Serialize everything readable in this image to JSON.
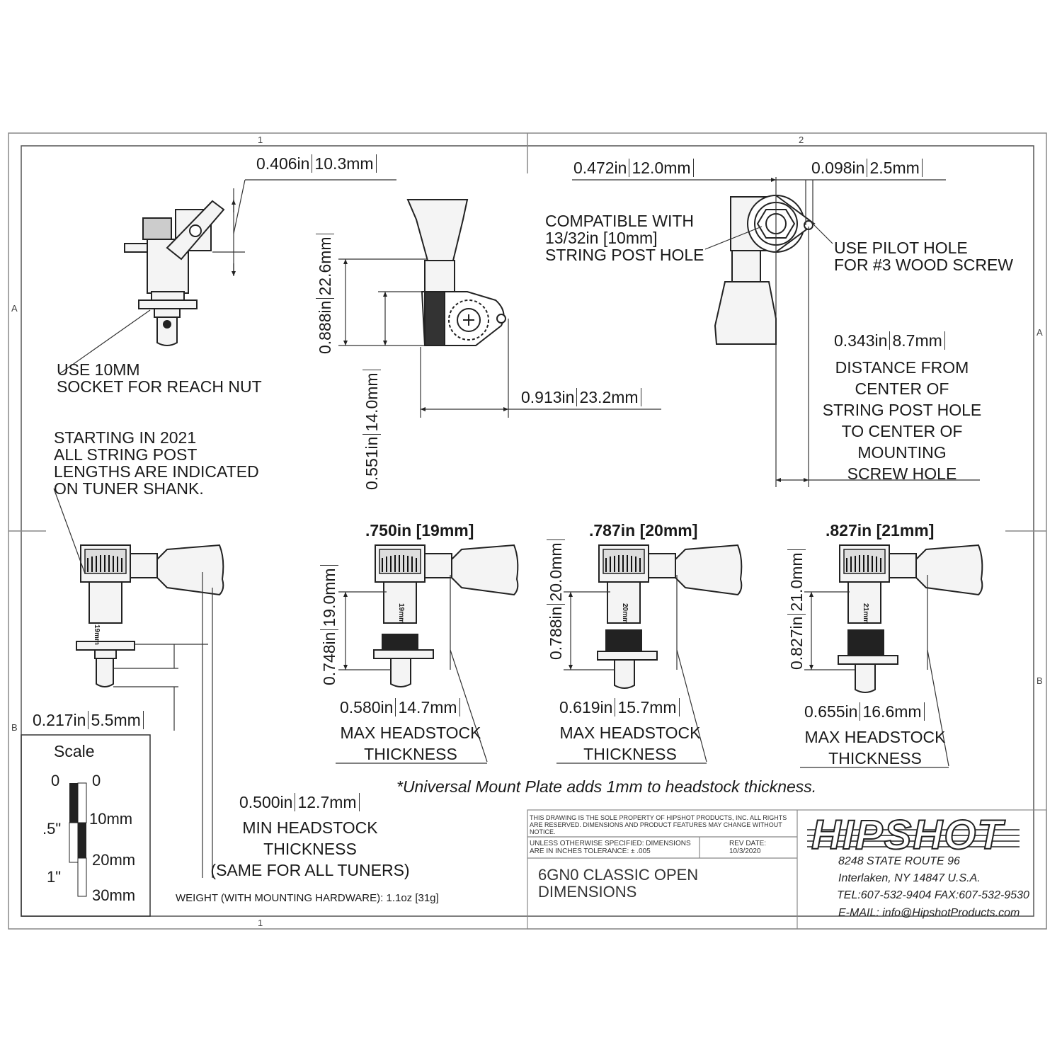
{
  "zones": {
    "col1": "1",
    "col2": "2",
    "rowA_left": "A",
    "rowA_right": "A",
    "rowB_left": "B",
    "rowB_right": "B",
    "col1_bottom": "1"
  },
  "top_left": {
    "dim_nut": "0.406in",
    "dim_nut_mm": "10.3mm",
    "note_line1": "USE 10MM",
    "note_line2": "SOCKET FOR REACH NUT"
  },
  "top_middle": {
    "dim_height_upper": "0.888in",
    "dim_height_upper_mm": "22.6mm",
    "dim_height_lower": "0.551in",
    "dim_height_lower_mm": "14.0mm",
    "dim_width": "0.913in",
    "dim_width_mm": "23.2mm"
  },
  "top_right": {
    "dim_top": "0.472in",
    "dim_top_mm": "12.0mm",
    "dim_pilot": "0.098in",
    "dim_pilot_mm": "2.5mm",
    "compat_line1": "COMPATIBLE WITH",
    "compat_line2": "13/32in [10mm]",
    "compat_line3": "STRING POST HOLE",
    "pilot_line1": "USE PILOT HOLE",
    "pilot_line2": "FOR #3 WOOD SCREW",
    "dist_dim": "0.343in",
    "dist_dim_mm": "8.7mm",
    "dist_line1": "DISTANCE FROM",
    "dist_line2": "CENTER OF",
    "dist_line3": "STRING POST HOLE",
    "dist_line4": "TO CENTER OF",
    "dist_line5": "MOUNTING",
    "dist_line6": "SCREW HOLE"
  },
  "shank_note": {
    "line1": "STARTING IN 2021",
    "line2": "ALL STRING POST",
    "line3": "LENGTHS ARE INDICATED",
    "line4": "ON TUNER SHANK."
  },
  "bottom_left": {
    "shank_mark": "19mm",
    "dim_reach": "0.217in",
    "dim_reach_mm": "5.5mm"
  },
  "tuner_19": {
    "title": ".750in [19mm]",
    "dim_post": "0.748in",
    "dim_post_mm": "19.0mm",
    "shank_mark": "19mm",
    "max_dim": "0.580in",
    "max_dim_mm": "14.7mm",
    "max_line1": "MAX HEADSTOCK",
    "max_line2": "THICKNESS"
  },
  "tuner_20": {
    "title": ".787in [20mm]",
    "dim_post": "0.788in",
    "dim_post_mm": "20.0mm",
    "shank_mark": "20mm",
    "max_dim": "0.619in",
    "max_dim_mm": "15.7mm",
    "max_line1": "MAX HEADSTOCK",
    "max_line2": "THICKNESS"
  },
  "tuner_21": {
    "title": ".827in [21mm]",
    "dim_post": "0.827in",
    "dim_post_mm": "21.0mm",
    "shank_mark": "21mm",
    "max_dim": "0.655in",
    "max_dim_mm": "16.6mm",
    "max_line1": "MAX HEADSTOCK",
    "max_line2": "THICKNESS"
  },
  "footnote": "*Universal Mount Plate adds 1mm to headstock thickness.",
  "min_headstock": {
    "dim": "0.500in",
    "dim_mm": "12.7mm",
    "line1": "MIN HEADSTOCK",
    "line2": "THICKNESS",
    "line3": "(SAME FOR ALL TUNERS)"
  },
  "weight": "WEIGHT (WITH MOUNTING HARDWARE): 1.1oz [31g]",
  "scale": {
    "title": "Scale",
    "in_0": "0",
    "in_half": ".5\"",
    "in_1": "1\"",
    "mm_0": "0",
    "mm_10": "10mm",
    "mm_20": "20mm",
    "mm_30": "30mm"
  },
  "title_block": {
    "property_line1": "THIS DRAWING IS THE SOLE PROPERTY OF HIPSHOT PRODUCTS, INC. ALL RIGHTS",
    "property_line2": "ARE RESERVED. DIMENSIONS AND PRODUCT FEATURES MAY CHANGE WITHOUT",
    "property_line3": "NOTICE.",
    "unless_line1": "UNLESS OTHERWISE SPECIFIED: DIMENSIONS",
    "unless_line2": "ARE IN INCHES TOLERANCE:  ± .005",
    "rev_label": "REV DATE:",
    "rev_date": "10/3/2020",
    "title_line1": "6GN0 CLASSIC OPEN",
    "title_line2": "DIMENSIONS",
    "logo": "HIPSHOT",
    "address1": "8248 STATE ROUTE 96",
    "address2": "Interlaken, NY 14847 U.S.A.",
    "phone": "TEL:607-532-9404 FAX:607-532-9530",
    "email": "E-MAIL: info@HipshotProducts.com"
  },
  "colors": {
    "line": "#333333",
    "part_fill": "#f2f2f2",
    "dark": "#1a1a1a"
  }
}
